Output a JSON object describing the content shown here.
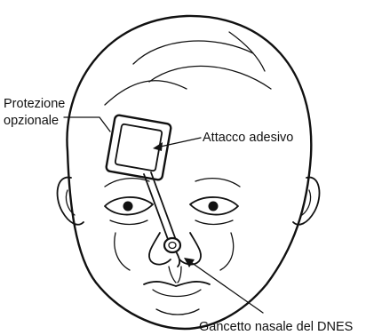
{
  "labels": {
    "protection_line1": "Protezione",
    "protection_line2": "opzionale",
    "adhesive": "Attacco adesivo",
    "hook": "Gancetto nasale del DNES"
  },
  "icons": {
    "face": "baby-face-icon",
    "pad": "adhesive-pad-icon",
    "hook": "nasal-hook-icon"
  },
  "colors": {
    "line": "#111111",
    "background": "#ffffff"
  }
}
